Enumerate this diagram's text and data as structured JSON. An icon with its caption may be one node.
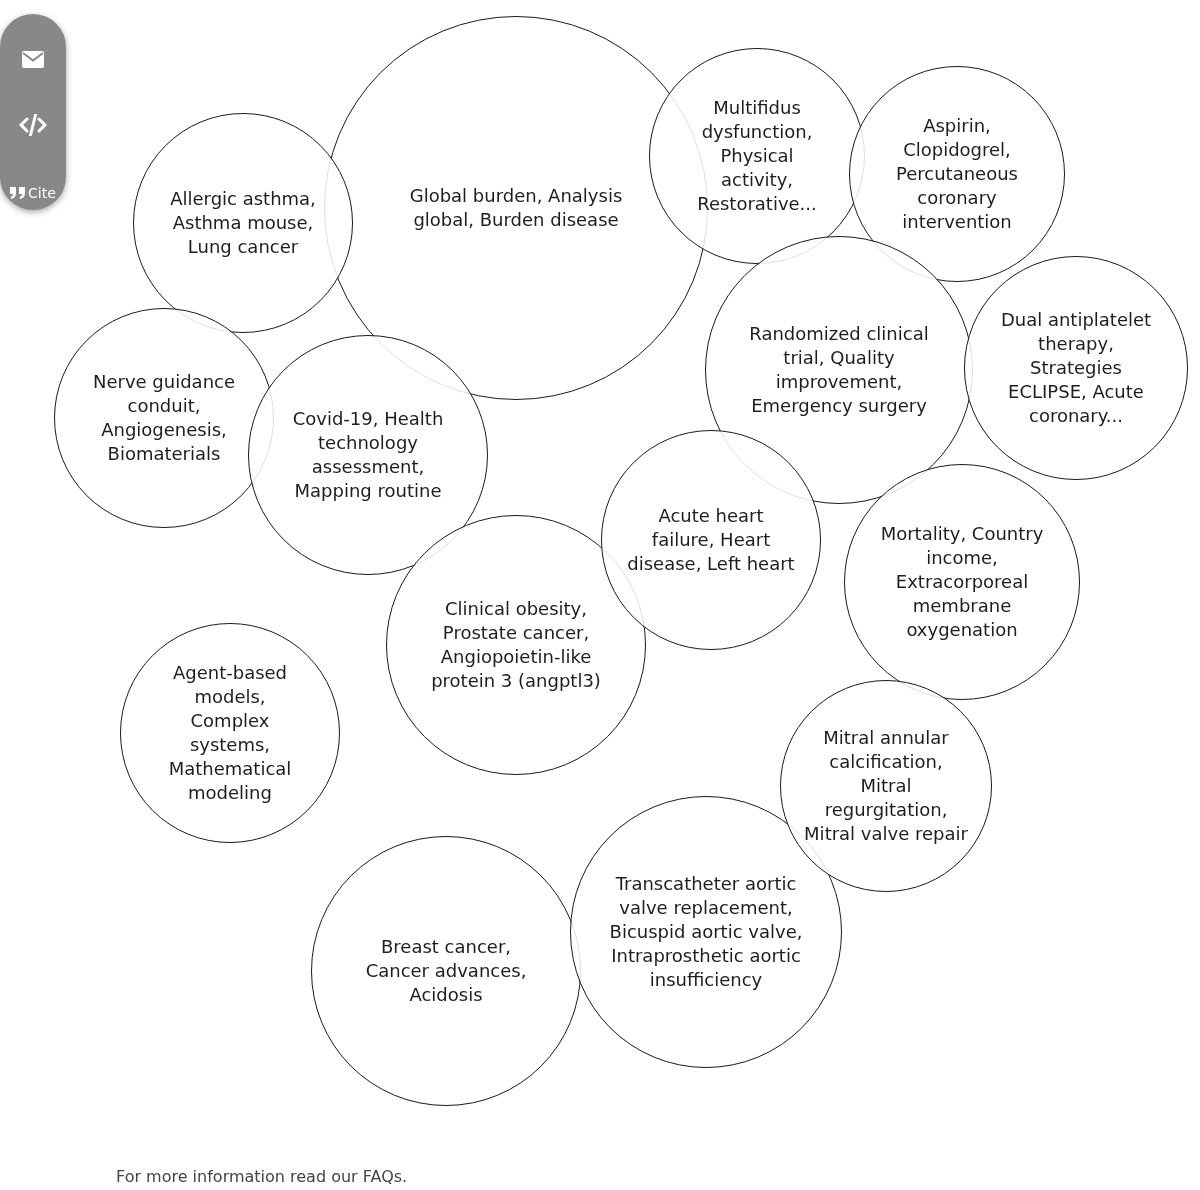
{
  "diagram": {
    "nodes": [
      {
        "text": [
          "Allergic asthma, Asthma mouse, Lung cancer"
        ]
      },
      {
        "text": [
          "Global burden, Analysis global, Burden disease"
        ]
      },
      {
        "text": [
          "Multifidus dysfunction, Physical activity, Restorative..."
        ]
      },
      {
        "text": [
          "Aspirin, Clopidogrel, Percutaneous coronary intervention"
        ]
      },
      {
        "text": [
          "Nerve guidance conduit, Angiogenesis, Biomaterials"
        ]
      },
      {
        "text": [
          "Covid-19, Health technology assessment, Mapping routine"
        ]
      },
      {
        "text": [
          "Randomized clinical trial, Quality improvement, Emergency surgery"
        ]
      },
      {
        "text": [
          "Dual antiplatelet therapy, Strategies ECLIPSE, Acute coronary..."
        ]
      },
      {
        "text": [
          "Acute heart failure, Heart disease, Left heart"
        ]
      },
      {
        "text": [
          "Clinical obesity, Prostate cancer, Angiopoietin-like protein 3 (angptl3)"
        ]
      },
      {
        "text": [
          "Mortality, Country income, Extracorporeal membrane oxygenation"
        ]
      },
      {
        "text": [
          "Agent-based models, Complex systems, Mathematical modeling"
        ]
      },
      {
        "text": [
          "Mitral annular calcification, Mitral regurgitation, Mitral valve repair"
        ]
      },
      {
        "text": [
          "Breast cancer, Cancer advances, Acidosis"
        ]
      },
      {
        "text": [
          "Transcatheter aortic valve replacement, Bicuspid aortic valve, Intraprosthetic aortic insufficiency"
        ]
      }
    ],
    "labels": [
      "Cite",
      "For more information read our FAQs."
    ]
  }
}
